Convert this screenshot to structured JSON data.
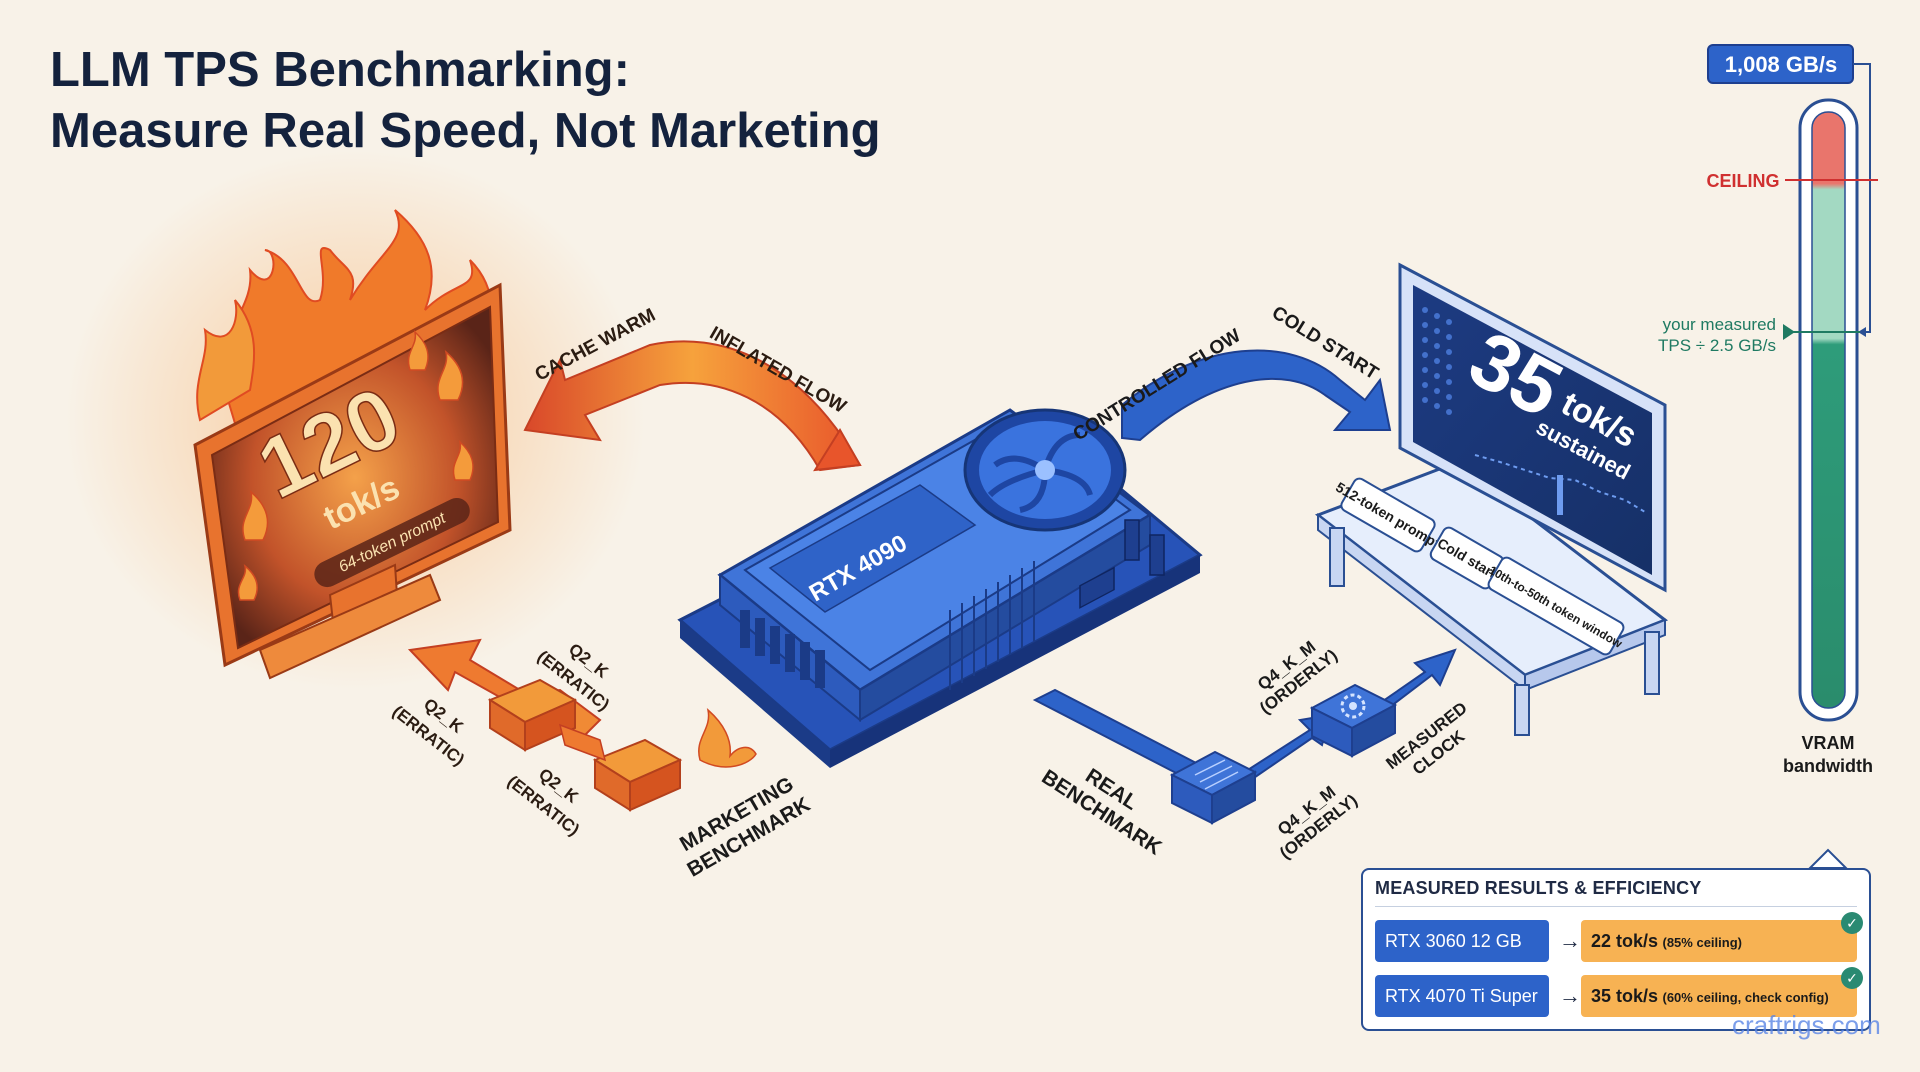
{
  "title": {
    "line1": "LLM TPS Benchmarking:",
    "line2": "Measure Real Speed, Not Marketing"
  },
  "left_monitor": {
    "value": "120",
    "unit": "tok/s",
    "badge": "64-token prompt"
  },
  "right_monitor": {
    "value": "35",
    "unit": "tok/s",
    "sub": "sustained"
  },
  "desk_cards": [
    "512-token prompt",
    "Cold start",
    "10th-to-50th token window"
  ],
  "gpu_label": "RTX 4090",
  "flow_labels": {
    "cache_warm": "CACHE WARM",
    "inflated_flow": "INFLATED FLOW",
    "controlled_flow": "CONTROLLED FLOW",
    "cold_start": "COLD START",
    "marketing_benchmark": [
      "MARKETING",
      "BENCHMARK"
    ],
    "real_benchmark": [
      "REAL",
      "BENCHMARK"
    ],
    "measured_clock": [
      "MEASURED",
      "CLOCK"
    ],
    "q2k": [
      "Q2_K",
      "(ERRATIC)"
    ],
    "q4km": [
      "Q4_K_M",
      "(ORDERLY)"
    ]
  },
  "gauge": {
    "top_value": "1,008 GB/s",
    "ceiling_label": "CEILING",
    "measured_label": [
      "your measured",
      "TPS ÷ 2.5 GB/s"
    ],
    "bottom_label": [
      "VRAM",
      "bandwidth"
    ]
  },
  "results": {
    "title": "MEASURED RESULTS & EFFICIENCY",
    "rows": [
      {
        "gpu": "RTX 3060 12 GB",
        "arrow": "→",
        "result": "22 tok/s",
        "note": "(85% ceiling)",
        "check": "✓"
      },
      {
        "gpu": "RTX 4070 Ti Super",
        "arrow": "→",
        "result": "35 tok/s",
        "note": "(60% ceiling, check config)",
        "check": "✓"
      }
    ]
  },
  "watermark": "craftrigs.com",
  "colors": {
    "background": "#f8f2e8",
    "fire_orange": "#f07a2a",
    "fire_red": "#d9482a",
    "gpu_blue": "#2d63c9",
    "dark_blue": "#1e3f8f",
    "gauge_red": "#e9756c",
    "gauge_green": "#2e9c7a",
    "ceiling_red": "#d03030",
    "measured_green": "#1f7a62",
    "result_orange": "#f7b253"
  }
}
